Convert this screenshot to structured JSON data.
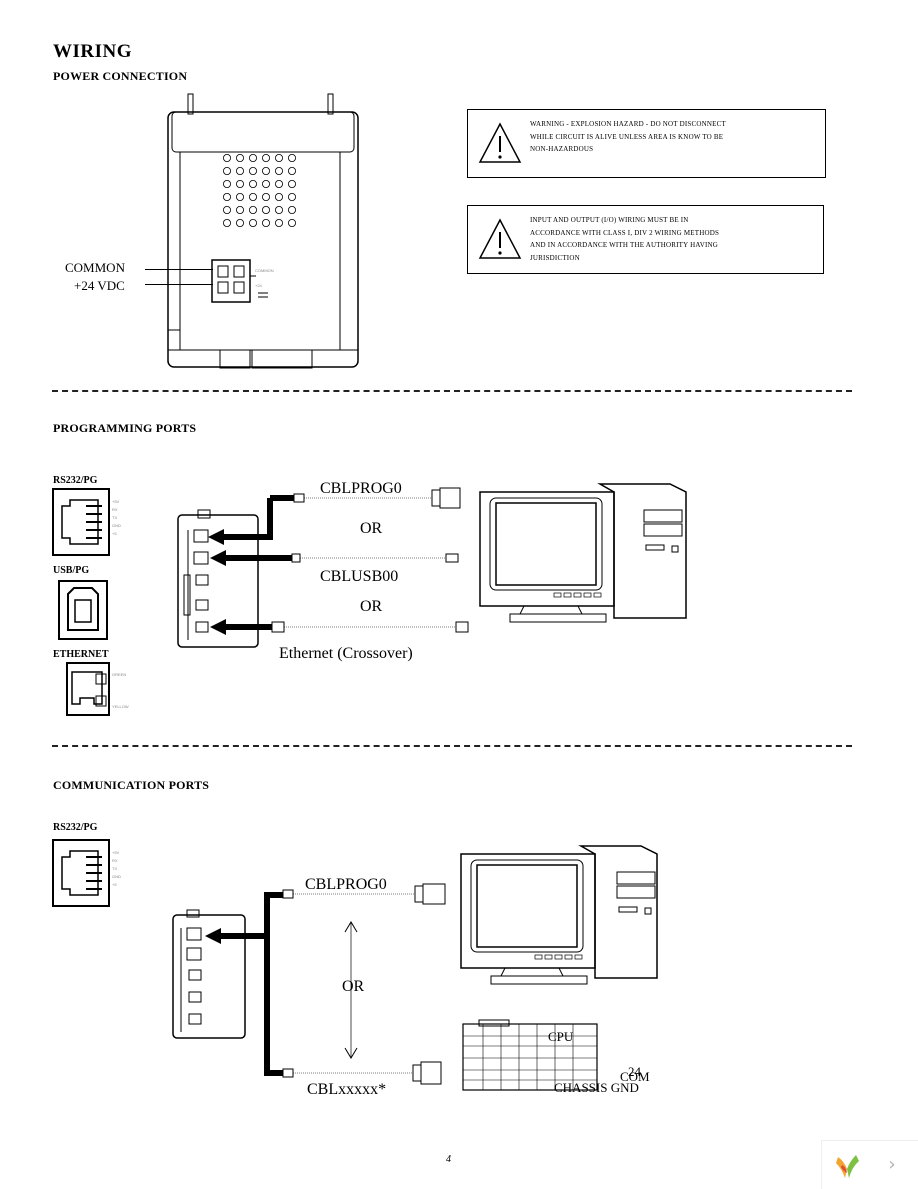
{
  "title": "WIRING",
  "sections": {
    "power": "POWER CONNECTION",
    "programming": "PROGRAMMING PORTS",
    "communication": "COMMUNICATION PORTS"
  },
  "power": {
    "common_label": "COMMON",
    "vdc_label": "+24 VDC"
  },
  "warnings": [
    {
      "lines": [
        "WARNING - EXPLOSION HAZARD - DO NOT DISCONNECT",
        "WHILE CIRCUIT IS ALIVE UNLESS AREA IS KNOW TO BE",
        "NON-HAZARDOUS"
      ]
    },
    {
      "lines": [
        "INPUT AND OUTPUT (I/O) WIRING MUST BE IN",
        "ACCORDANCE WITH CLASS I, DIV 2 WIRING METHODS",
        "AND IN ACCORDANCE WITH THE AUTHORITY HAVING",
        "JURISDICTION"
      ]
    }
  ],
  "ports": {
    "rs232": "RS232/PG",
    "usb": "USB/PG",
    "ethernet": "ETHERNET"
  },
  "programming": {
    "cable1": "CBLPROG0",
    "or1": "OR",
    "cable2": "CBLUSB00",
    "or2": "OR",
    "cable3": "Ethernet (Crossover)"
  },
  "communication": {
    "cable1": "CBLPROG0",
    "or": "OR",
    "cable2": "CBLxxxxx*",
    "plc_labels": [
      "CPU",
      "24",
      "COM",
      "CHASSIS GND"
    ]
  },
  "page_number": "4",
  "colors": {
    "line": "#000000",
    "dash": "#222222"
  }
}
